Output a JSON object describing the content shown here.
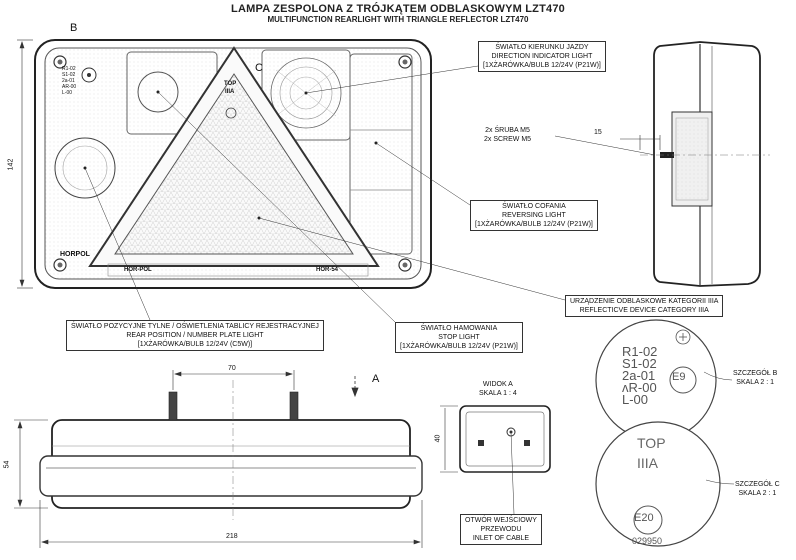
{
  "header": {
    "title": "LAMPA ZESPOLONA Z TRÓJKĄTEM ODBLASKOWYM LZT470",
    "subtitle": "MULTIFUNCTION REARLIGHT WITH TRIANGLE REFLECTOR LZT470"
  },
  "markers": {
    "b": "B",
    "c": "C",
    "a": "A"
  },
  "lamp_face": {
    "brand_left": "HORPOL",
    "strip_left": "HOR-POL",
    "strip_right": "HOR-54",
    "top_text": "TOP",
    "top_class": "IIIA",
    "left_marks": [
      "R1-02",
      "S1-02",
      "2a-01",
      "AR-00",
      "L-00"
    ]
  },
  "callouts": {
    "direction": [
      "ŚWIATŁO KIERUNKU JAZDY",
      "DIRECTION INDICATOR LIGHT",
      "[1XŻARÓWKA/BULB 12/24V (P21W)]"
    ],
    "screws": [
      "2x ŚRUBA M5",
      "2x SCREW M5"
    ],
    "reversing": [
      "ŚWIATŁO COFANIA",
      "REVERSING LIGHT",
      "[1XŻARÓWKA/BULB 12/24V (P21W)]"
    ],
    "reflector": [
      "URZĄDZENIE ODBLASKOWE KATEGORII IIIA",
      "REFLECTICVE DEVICE CATEGORY IIIA"
    ],
    "position": [
      "ŚWIATŁO POZYCYJNE TYLNE / OŚWIETLENIA TABLICY REJESTRACYJNEJ",
      "REAR POSITION / NUMBER PLATE LIGHT",
      "[1XŻARÓWKA/BULB 12/24V (C5W)]"
    ],
    "stop": [
      "ŚWIATŁO HAMOWANIA",
      "STOP LIGHT",
      "[1XŻARÓWKA/BULB 12/24V (P21W)]"
    ],
    "view_a": [
      "WIDOK A",
      "SKALA 1 : 4"
    ],
    "inlet": [
      "OTWÓR WEJŚCIOWY",
      "PRZEWODU",
      "INLET OF CABLE"
    ]
  },
  "dimensions": {
    "height": "142",
    "screw_len": "15",
    "bolt_spacing": "70",
    "depth": "54",
    "width": "218",
    "view_a_h": "40"
  },
  "detail_b": {
    "lines": [
      "R1-02",
      "S1-02",
      "2a-01",
      "ᴧR-00",
      "L-00"
    ],
    "e_mark": "E9",
    "label": [
      "SZCZEGÓŁ B",
      "SKALA 2 : 1"
    ]
  },
  "detail_c": {
    "top": "TOP",
    "cls": "IIIA",
    "e_mark": "E20",
    "code": "029950",
    "label": [
      "SZCZEGÓŁ C",
      "SKALA 2 : 1"
    ]
  }
}
